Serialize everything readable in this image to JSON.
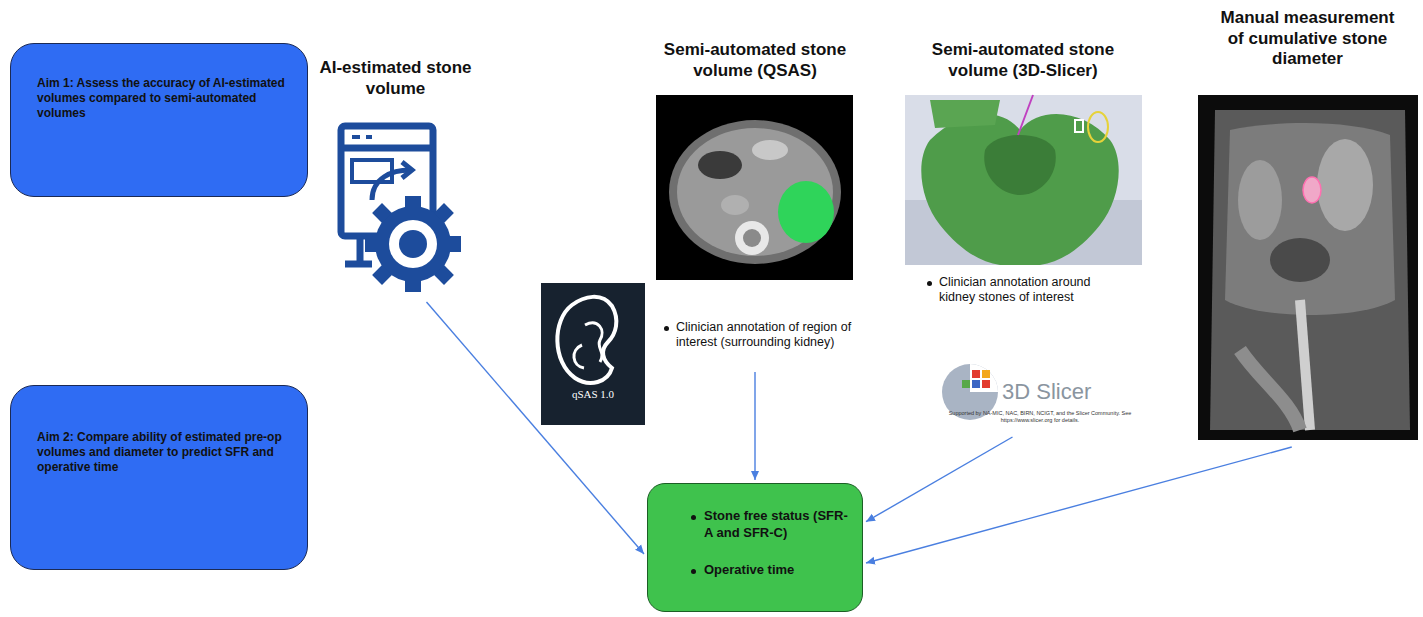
{
  "diagram": {
    "nodes": [
      {
        "text": [
          "Aim 1: Assess the accuracy of AI-estimated volumes compared to semi-automated volumes"
        ]
      },
      {
        "text": [
          "Aim 2: Compare ability of estimated pre-op volumes and diameter to predict SFR and operative time"
        ]
      },
      {
        "text": [
          "AI-estimated stone volume"
        ]
      },
      {
        "text": [
          "Semi-automated stone volume (QSAS)",
          "Clinician annotation of region of interest (surrounding kidney)"
        ]
      },
      {
        "text": [
          "Semi-automated stone volume (3D-Slicer)",
          "Clinician annotation around kidney stones of interest"
        ]
      },
      {
        "text": [
          "Manual measurement of cumulative stone diameter"
        ]
      },
      {
        "text": [
          "Stone free status (SFR-A and SFR-C)",
          "Operative time"
        ]
      }
    ],
    "edges": [
      {
        "from": 2,
        "to": 6,
        "arrow": "to"
      },
      {
        "from": 3,
        "to": 6,
        "arrow": "to"
      },
      {
        "from": 4,
        "to": 6,
        "arrow": "to"
      },
      {
        "from": 5,
        "to": 6,
        "arrow": "to"
      }
    ],
    "labels": [
      "qSAS 1.0",
      "3D Slicer",
      "Supported by NA-MIC, NAC, BIRN, NCIGT, and the Slicer Community. See https://www.slicer.org for details."
    ]
  }
}
